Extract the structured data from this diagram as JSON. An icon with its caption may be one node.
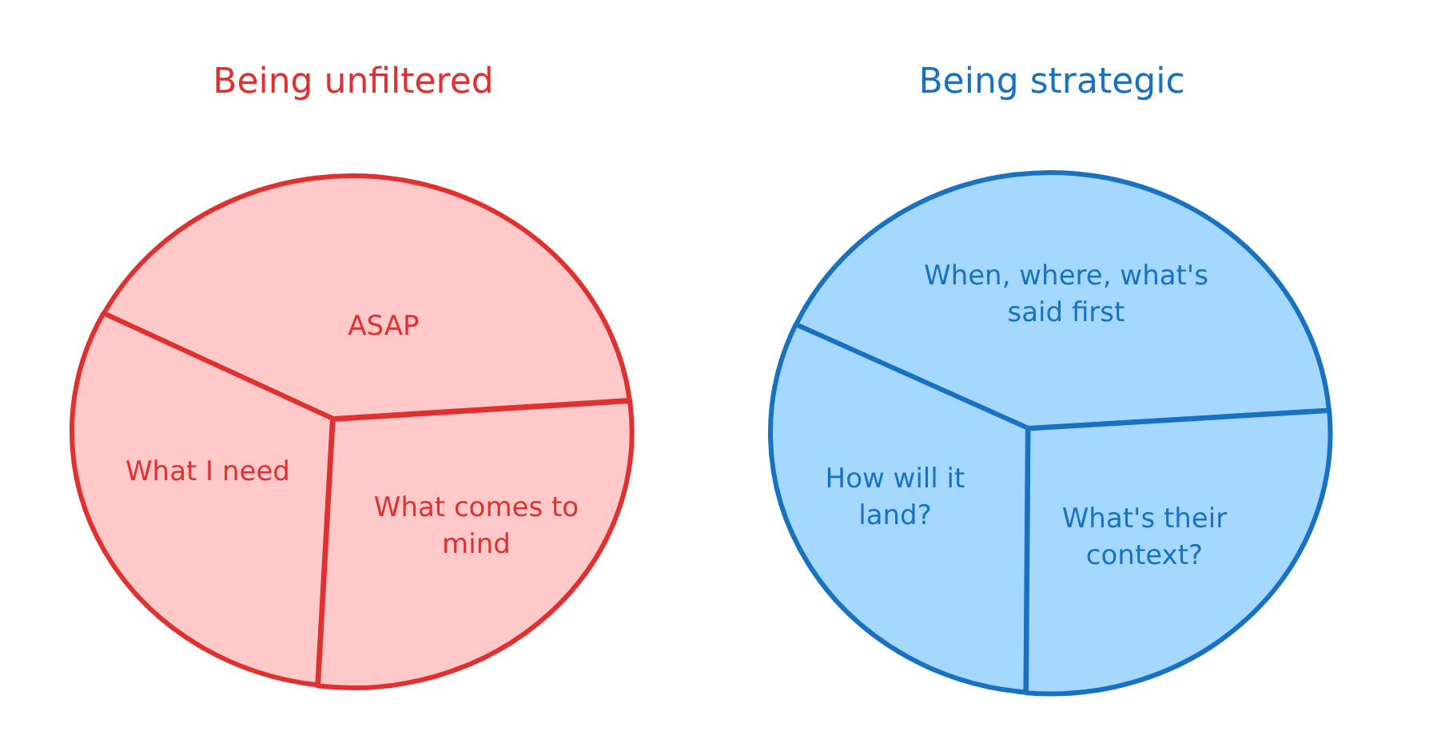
{
  "diagram": {
    "nodes": [
      {
        "text": [
          "Being unfiltered"
        ]
      },
      {
        "text": [
          "ASAP"
        ],
        "in": 0
      },
      {
        "text": [
          "What I need"
        ],
        "in": 0
      },
      {
        "text": [
          "What comes to mind"
        ],
        "in": 0
      },
      {
        "text": [
          "Being strategic"
        ]
      },
      {
        "text": [
          "When, where, what's said first"
        ],
        "in": 4
      },
      {
        "text": [
          "How will it land?"
        ],
        "in": 4
      },
      {
        "text": [
          "What's their context?"
        ],
        "in": 4
      }
    ]
  }
}
